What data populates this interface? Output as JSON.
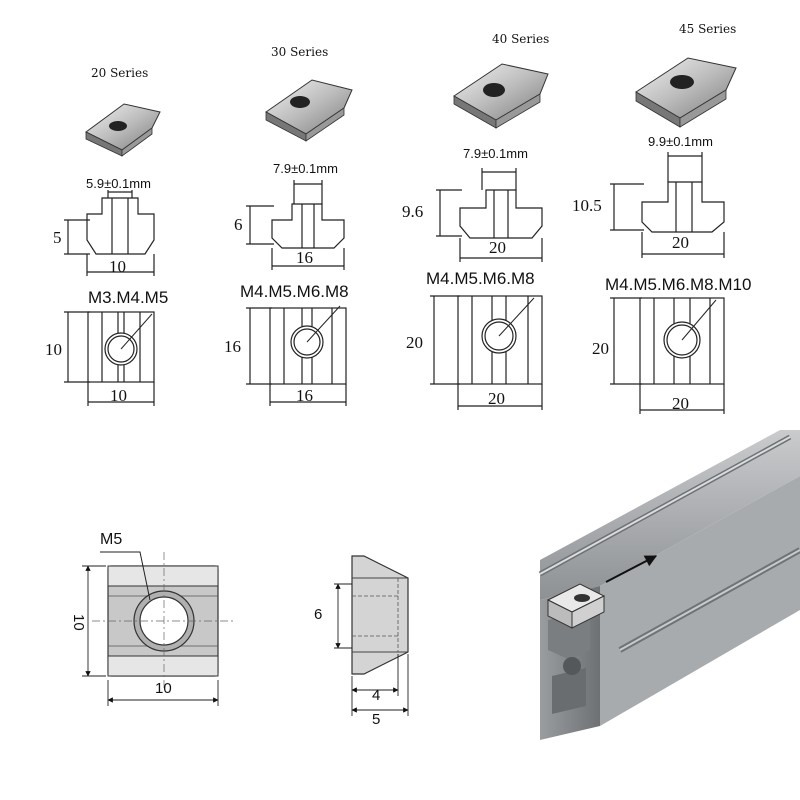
{
  "series": [
    {
      "name": "20 Series",
      "top_width": "5.9±0.1mm",
      "height": "5",
      "base_width": "10",
      "threads": "M3.M4.M5",
      "square_height": "10",
      "square_width": "10"
    },
    {
      "name": "30 Series",
      "top_width": "7.9±0.1mm",
      "height": "6",
      "base_width": "16",
      "threads": "M4.M5.M6.M8",
      "square_height": "16",
      "square_width": "16"
    },
    {
      "name": "40 Series",
      "top_width": "7.9±0.1mm",
      "height": "9.6",
      "base_width": "20",
      "threads": "M4.M5.M6.M8",
      "square_height": "20",
      "square_width": "20"
    },
    {
      "name": "45 Series",
      "top_width": "9.9±0.1mm",
      "height": "10.5",
      "base_width": "20",
      "threads": "M4.M5.M6.M8.M10",
      "square_height": "20",
      "square_width": "20"
    }
  ],
  "detail": {
    "thread": "M5",
    "width": "10",
    "height": "10",
    "side_height": "6",
    "side_inner": "4",
    "side_outer": "5"
  }
}
